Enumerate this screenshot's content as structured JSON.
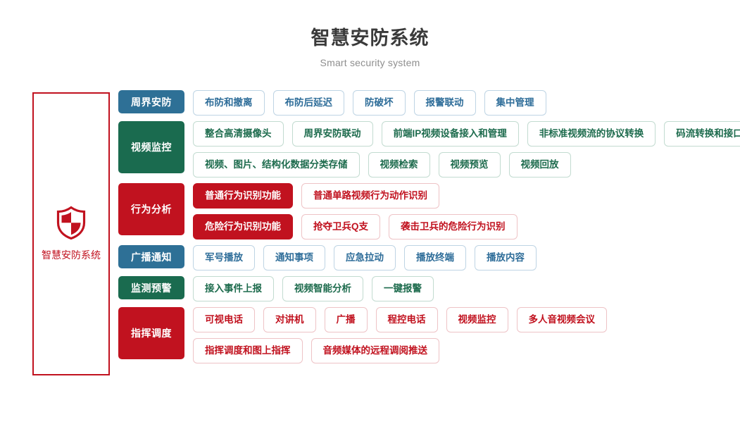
{
  "header": {
    "title": "智慧安防系统",
    "subtitle": "Smart security system"
  },
  "root": {
    "label": "智慧安防系统",
    "icon": "shield-icon",
    "border_color": "#c1121f",
    "text_color": "#c1121f"
  },
  "palette": {
    "blue": "#2e7096",
    "green": "#1a6b4f",
    "red": "#c1121f",
    "blue_chip_text": "#2e6d99",
    "green_chip_text": "#1d6b4d",
    "red_chip_text": "#c1121f",
    "title_color": "#3a3a3a",
    "subtitle_color": "#8e8e8e"
  },
  "categories": [
    {
      "label": "周界安防",
      "color": "blue",
      "lines": [
        [
          {
            "label": "布防和撤离",
            "filled": false
          },
          {
            "label": "布防后延迟",
            "filled": false
          },
          {
            "label": "防破坏",
            "filled": false
          },
          {
            "label": "报警联动",
            "filled": false
          },
          {
            "label": "集中管理",
            "filled": false
          }
        ]
      ]
    },
    {
      "label": "视频监控",
      "color": "green",
      "lines": [
        [
          {
            "label": "整合高清摄像头",
            "filled": false
          },
          {
            "label": "周界安防联动",
            "filled": false
          },
          {
            "label": "前端IP视频设备接入和管理",
            "filled": false
          },
          {
            "label": "非标准视频流的协议转换",
            "filled": false
          },
          {
            "label": "码流转换和接口转换",
            "filled": false
          }
        ],
        [
          {
            "label": "视频、图片、结构化数据分类存储",
            "filled": false
          },
          {
            "label": "视频检索",
            "filled": false
          },
          {
            "label": "视频预览",
            "filled": false
          },
          {
            "label": "视频回放",
            "filled": false
          }
        ]
      ]
    },
    {
      "label": "行为分析",
      "color": "red",
      "lines": [
        [
          {
            "label": "普通行为识别功能",
            "filled": true
          },
          {
            "label": "普通单路视频行为动作识别",
            "filled": false
          }
        ],
        [
          {
            "label": "危险行为识别功能",
            "filled": true
          },
          {
            "label": "抢夺卫兵Q支",
            "filled": false
          },
          {
            "label": "袭击卫兵的危险行为识别",
            "filled": false
          }
        ]
      ]
    },
    {
      "label": "广播通知",
      "color": "blue",
      "lines": [
        [
          {
            "label": "军号播放",
            "filled": false
          },
          {
            "label": "通知事项",
            "filled": false
          },
          {
            "label": "应急拉动",
            "filled": false
          },
          {
            "label": "播放终端",
            "filled": false
          },
          {
            "label": "播放内容",
            "filled": false
          }
        ]
      ]
    },
    {
      "label": "监测预警",
      "color": "green",
      "lines": [
        [
          {
            "label": "接入事件上报",
            "filled": false
          },
          {
            "label": "视频智能分析",
            "filled": false
          },
          {
            "label": "一键报警",
            "filled": false
          }
        ]
      ]
    },
    {
      "label": "指挥调度",
      "color": "red",
      "lines": [
        [
          {
            "label": "可视电话",
            "filled": false
          },
          {
            "label": "对讲机",
            "filled": false
          },
          {
            "label": "广播",
            "filled": false
          },
          {
            "label": "程控电话",
            "filled": false
          },
          {
            "label": "视频监控",
            "filled": false
          },
          {
            "label": "多人音视频会议",
            "filled": false
          }
        ],
        [
          {
            "label": "指挥调度和图上指挥",
            "filled": false
          },
          {
            "label": "音频媒体的远程调阅推送",
            "filled": false
          }
        ]
      ]
    }
  ]
}
